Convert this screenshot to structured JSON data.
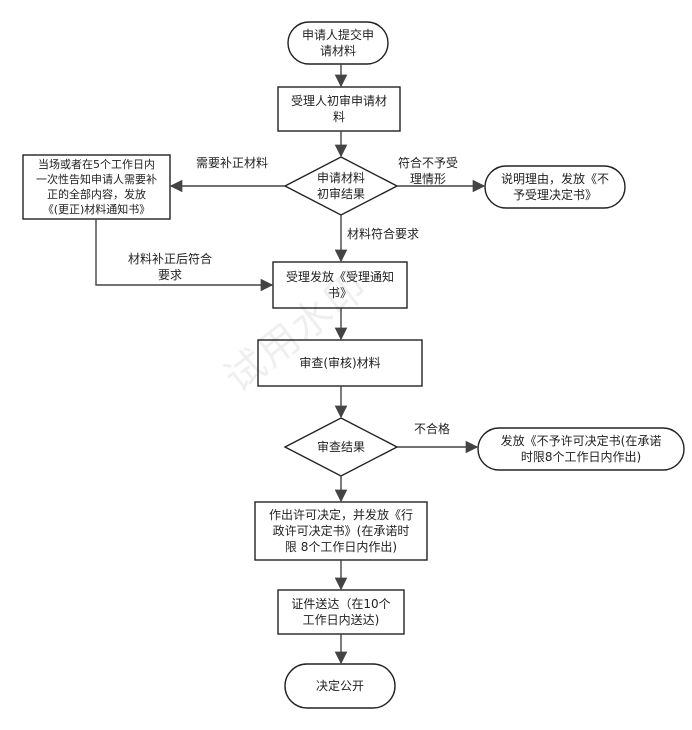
{
  "nodes": {
    "start": "申请人提交申\n请材料",
    "initial_review": "受理人初审申请材\n料",
    "decision1": "申请材料\n初审结果",
    "notify_supplement": "当场或者在5个工作日内\n一次性告知申请人需要补\n正的全部内容，发放\n《(更正)材料通知书》",
    "reject_notice": "说明理由，发放《不\n予受理决定书》",
    "accept_notice": "受理发放《受理通知\n书》",
    "review": "审查(审核)材料",
    "decision2": "审查结果",
    "no_permit": "发放《不予许可决定书(在承诺\n时限8个工作日内作出)",
    "permit": "作出许可决定，并发放《行\n政许可决定书》(在承诺时\n限 8个工作日内作出)",
    "deliver": "证件送达（在10个\n工作日内送达)",
    "publish": "决定公开"
  },
  "edge_labels": {
    "need_supplement": "需要补正材料",
    "not_accept": "符合不予受\n理情形",
    "meets_requirements": "材料符合要求",
    "after_supplement": "材料补正后符合\n要求",
    "unqualified": "不合格"
  },
  "watermark": "试用水印",
  "colors": {
    "stroke": "#222222",
    "fill": "#ffffff",
    "arrow": "#444444"
  }
}
